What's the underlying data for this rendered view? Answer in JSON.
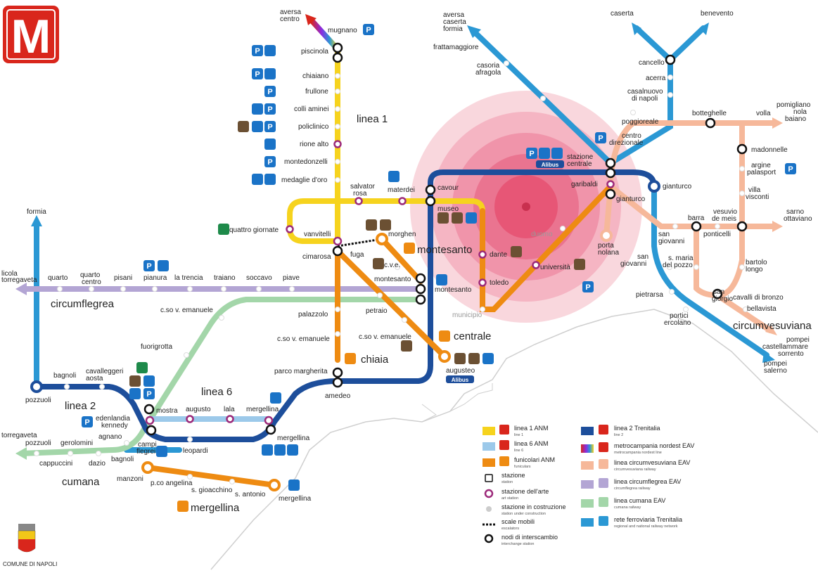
{
  "logo": {
    "letter": "M",
    "color": "#d9261c"
  },
  "city_label": "COMUNE DI NAPOLI",
  "line_labels": {
    "linea1": "linea 1",
    "linea6": "linea 6",
    "linea2": "linea 2",
    "circumflegrea": "circumflegrea",
    "circumvesuviana": "circumvesuviana",
    "cumana": "cumana",
    "montesanto": "montesanto",
    "centrale": "centrale",
    "chiaia": "chiaia",
    "mergellina": "mergellina"
  },
  "stations": {
    "aversa_centro": [
      "aversa",
      "centro"
    ],
    "mugnano": "mugnano",
    "piscinola": "piscinola",
    "chiaiano": "chiaiano",
    "frullone": "frullone",
    "colli_aminei": "colli aminei",
    "policlinico": "policlinico",
    "rione_alto": "rione alto",
    "montedonzelli": "montedonzelli",
    "medaglie_doro": "medaglie d'oro",
    "salvator_rosa": [
      "salvator",
      "rosa"
    ],
    "materdei": "materdei",
    "cavour": "cavour",
    "museo": "museo",
    "quattro_giornate": "quattro giornate",
    "vanvitelli": "vanvitelli",
    "cimarosa": "cimarosa",
    "fuga": "fuga",
    "morghen": "morghen",
    "cve": "c.v.e.",
    "montesanto_st": "montesanto",
    "montesanto_st2": "montesanto",
    "dante": "dante",
    "toledo": "toledo",
    "municipio": "municipio",
    "duomo": "duomo",
    "universita": "università",
    "porta_nolana": [
      "porta",
      "nolana"
    ],
    "garibaldi": "garibaldi",
    "gianturco": "gianturco",
    "gianturco2": "gianturco",
    "stazione_centrale": [
      "stazione",
      "centrale"
    ],
    "centro_direzionale": [
      "centro",
      "direzionale"
    ],
    "poggioreale": "poggioreale",
    "aversa_caserta_formia": [
      "aversa",
      "caserta",
      "formia"
    ],
    "frattamaggiore": "frattamaggiore",
    "casoria_afragola": [
      "casoria",
      "afragola"
    ],
    "caserta": "caserta",
    "benevento": "benevento",
    "cancello": "cancello",
    "acerra": "acerra",
    "casalnuovo": [
      "casalnuovo",
      "di napoli"
    ],
    "botteghelle": "botteghelle",
    "volla": "volla",
    "pomigliano": [
      "pomigliano",
      "nola",
      "baiano"
    ],
    "madonnelle": "madonnelle",
    "argine_palasport": [
      "argine",
      "palasport"
    ],
    "villa_visconti": [
      "villa",
      "visconti"
    ],
    "barra": "barra",
    "vesuvio_de_meis": [
      "vesuvio",
      "de meis"
    ],
    "ponticelli": "ponticelli",
    "sarno_ottaviano": [
      "sarno",
      "ottaviano"
    ],
    "san_giovanni": [
      "san",
      "giovanni"
    ],
    "san_giovanni2": [
      "san",
      "giovanni"
    ],
    "s_maria_del_pozzo": [
      "s. maria",
      "del pozzo"
    ],
    "bartolo_longo": [
      "bartolo",
      "longo"
    ],
    "san_giorgio": [
      "san",
      "giorgio"
    ],
    "cavalli_di_bronzo": "cavalli di bronzo",
    "bellavista": "bellavista",
    "pietrarsa": "pietrarsa",
    "portici_ercolano": [
      "portici",
      "ercolano"
    ],
    "pompei_castellammare": [
      "pompei",
      "castellammare",
      "sorrento"
    ],
    "pompei_salerno": [
      "pompei",
      "salerno"
    ],
    "formia": "formia",
    "licola_torregaveta": [
      "licola",
      "torregaveta"
    ],
    "quarto": "quarto",
    "quarto_centro": [
      "quarto",
      "centro"
    ],
    "pisani": "pisani",
    "pianura": "pianura",
    "la_trencia": "la trencia",
    "traiano": "traiano",
    "soccavo": "soccavo",
    "piave": "piave",
    "cso_emanuele1": "c.so v. emanuele",
    "cso_emanuele2": "c.so v. emanuele",
    "cso_emanuele3": "c.so v. emanuele",
    "fuorigrotta": "fuorigrotta",
    "palazzolo": "palazzolo",
    "petraio": "petraio",
    "parco_margherita": "parco margherita",
    "amedeo": "amedeo",
    "augusteo": "augusteo",
    "bagnoli": "bagnoli",
    "cavalleggeri": [
      "cavalleggeri",
      "aosta"
    ],
    "pozzuoli": "pozzuoli",
    "mostra": "mostra",
    "augusto": "augusto",
    "lala": "lala",
    "mergellina_l6": "mergellina",
    "mergellina_fs": "mergellina",
    "mergellina_fun": "mergellina",
    "edenlandia": [
      "edenlandia",
      "kennedy"
    ],
    "agnano": "agnano",
    "campi_flegrei": [
      "campi",
      "flegrei"
    ],
    "leopardi": "leopardi",
    "torregaveta_c": "torregaveta",
    "pozzuoli_c": "pozzuoli",
    "gerolomini": "gerolomini",
    "cappuccini": "cappuccini",
    "dazio": "dazio",
    "bagnoli_c": "bagnoli",
    "manzoni": "manzoni",
    "pco_angelina": "p.co angelina",
    "s_gioacchino": "s. gioacchino",
    "s_antonio": "s. antonio",
    "alibus": "Alibus"
  },
  "legend": [
    {
      "title": "linea 1 ANM",
      "sub": "line 1",
      "color": "#f6d31e",
      "icon": "M"
    },
    {
      "title": "linea 6 ANM",
      "sub": "line 6",
      "color": "#9cc9ea",
      "icon": "M"
    },
    {
      "title": "funicolari ANM",
      "sub": "funiculars",
      "color": "#ee8b12",
      "icon": "fun"
    },
    {
      "title": "stazione",
      "sub": "station",
      "icon": "station"
    },
    {
      "title": "stazione dell'arte",
      "sub": "art station",
      "icon": "art"
    },
    {
      "title": "stazione in costruzione",
      "sub": "station under construction",
      "icon": "construction"
    },
    {
      "title": "scale mobili",
      "sub": "escalators",
      "icon": "escalator"
    },
    {
      "title": "nodi di interscambio",
      "sub": "interchange station",
      "icon": "interchange"
    },
    {
      "title": "linea 2 Trenitalia",
      "sub": "line 2",
      "color": "#1d4e9b",
      "icon": "M"
    },
    {
      "title": "metrocampania nordest EAV",
      "sub": "metrocampania nordest line",
      "color": "#8a2be2",
      "icon": "M"
    },
    {
      "title": "linea circumvesuviana EAV",
      "sub": "circumvesuviana railway",
      "color": "#f6b89a",
      "icon": "train"
    },
    {
      "title": "linea circumflegrea EAV",
      "sub": "circumflegrea railway",
      "color": "#b3a5d4",
      "icon": "train"
    },
    {
      "title": "linea cumana EAV",
      "sub": "cumana railway",
      "color": "#a3d6a9",
      "icon": "train"
    },
    {
      "title": "rete ferroviaria Trenitalia",
      "sub": "regional and national railway network",
      "color": "#2b98d4",
      "icon": "train"
    }
  ],
  "colors": {
    "linea1": "#f6d31e",
    "linea6": "#9cc9ea",
    "linea2": "#1d4e9b",
    "funicular": "#ee8b12",
    "circumvesuviana": "#f6b89a",
    "circumflegrea": "#b3a5d4",
    "cumana": "#a3d6a9",
    "trenitalia": "#2b98d4",
    "highlight": "#e8345a",
    "parking": "#1a73c7",
    "museum": "#6b5033"
  }
}
